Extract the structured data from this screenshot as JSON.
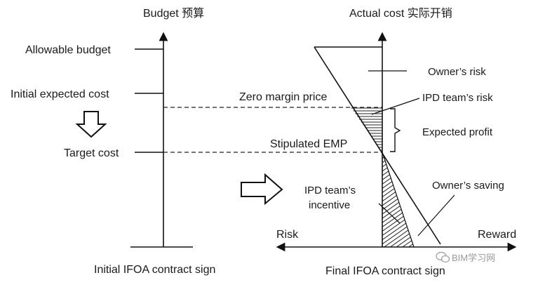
{
  "left_panel": {
    "axis_title": "Budget 预算",
    "labels": {
      "allowable_budget": "Allowable budget",
      "initial_expected_cost": "Initial expected cost",
      "target_cost": "Target cost"
    },
    "footer": "Initial IFOA contract sign"
  },
  "right_panel": {
    "axis_title": "Actual cost 实际开销",
    "labels": {
      "zero_margin_price": "Zero margin price",
      "stipulated_emp": "Stipulated EMP",
      "owners_risk": "Owner’s risk",
      "ipd_teams_risk": "IPD team’s risk",
      "expected_profit": "Expected profit",
      "owners_saving": "Owner’s saving",
      "ipd_teams_incentive_line1": "IPD team’s",
      "ipd_teams_incentive_line2": "incentive",
      "risk": "Risk",
      "reward": "Reward"
    },
    "footer": "Final IFOA contract sign"
  },
  "watermark": "BIM学习网",
  "icons": [
    "down-arrow-icon",
    "right-arrow-icon",
    "wechat-icon"
  ]
}
